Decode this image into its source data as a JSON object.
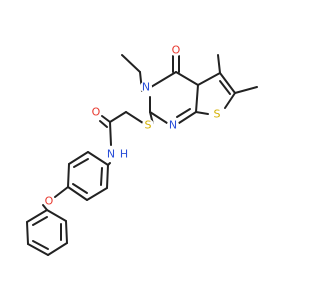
{
  "molecule": {
    "bond_color": "#222222",
    "atom_labels": {
      "O1": {
        "text": "O",
        "color": "#e8392f"
      },
      "N3": {
        "text": "N",
        "color": "#2a4fd8"
      },
      "S_thio": {
        "text": "S",
        "color": "#d4b000"
      },
      "N1": {
        "text": "N",
        "color": "#2a4fd8"
      },
      "S_link": {
        "text": "S",
        "color": "#d4b000"
      },
      "O_amide": {
        "text": "O",
        "color": "#e8392f"
      },
      "NH": {
        "text": "N",
        "color": "#2a4fd8"
      },
      "H_amide": {
        "text": "H",
        "color": "#2a4fd8"
      },
      "O_ether": {
        "text": "O",
        "color": "#e8392f"
      }
    }
  }
}
